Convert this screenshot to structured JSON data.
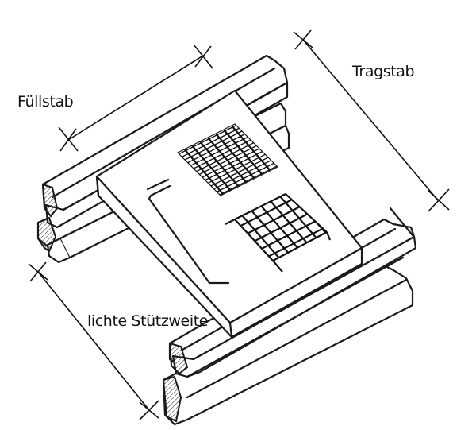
{
  "labels": {
    "fuellstab": "Füllstab",
    "tragstab": "Tragstab",
    "lichte_stuetzweite": "lichte Stützweite"
  },
  "colors": {
    "ink": "#111111",
    "background": "#ffffff"
  }
}
